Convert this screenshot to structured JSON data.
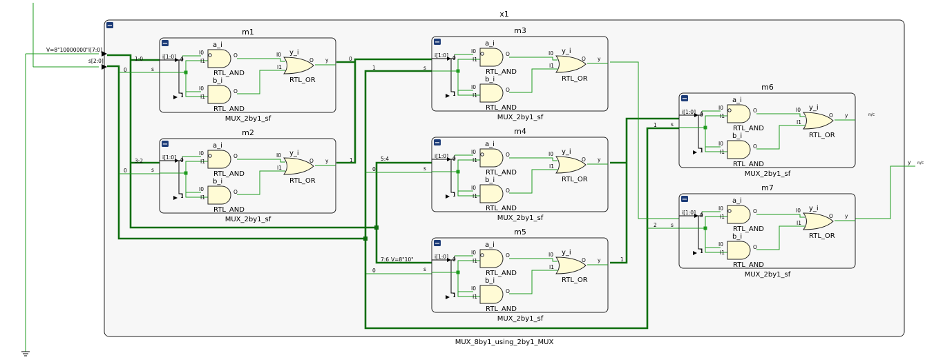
{
  "diagram": {
    "top_instance": "x1",
    "top_module": "MUX_8by1_using_2by1_MUX",
    "inputs": {
      "i": "i[7:0]",
      "s": "s[2:0]",
      "const": "V=8\"10000000\""
    },
    "collapse_glyph": "−",
    "nc_label": "n/c",
    "output_y": "y",
    "port_labels": {
      "i": "i[1:0]",
      "s": "s",
      "y": "y",
      "zero": "0",
      "one": "1",
      "two": "2",
      "and_a": "a_i",
      "and_b": "b_i",
      "or_y": "y_i",
      "I0": "I0",
      "I1": "I1",
      "O": "O",
      "rtl_and": "RTL_AND",
      "rtl_or": "RTL_OR"
    },
    "slice_labels": {
      "m1": "1:0",
      "m2": "3:2",
      "m4": "5:4",
      "m5": "7:6",
      "m5_const": "V=8\"10\""
    },
    "submodules": [
      {
        "id": "m1",
        "name": "m1",
        "type": "MUX_2by1_sf"
      },
      {
        "id": "m2",
        "name": "m2",
        "type": "MUX_2by1_sf"
      },
      {
        "id": "m3",
        "name": "m3",
        "type": "MUX_2by1_sf"
      },
      {
        "id": "m4",
        "name": "m4",
        "type": "MUX_2by1_sf"
      },
      {
        "id": "m5",
        "name": "m5",
        "type": "MUX_2by1_sf"
      },
      {
        "id": "m6",
        "name": "m6",
        "type": "MUX_2by1_sf"
      },
      {
        "id": "m7",
        "name": "m7",
        "type": "MUX_2by1_sf"
      }
    ]
  }
}
